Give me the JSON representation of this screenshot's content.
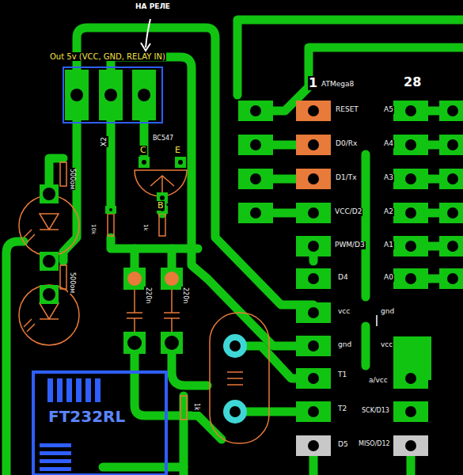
{
  "diagram": {
    "nodes": [
      {
        "text": [
          "FT232RL"
        ]
      }
    ],
    "labels": [
      "НА РЕЛЕ",
      "Out 5v (VCC, GND, RELAY IN)",
      "1",
      "ATMega8",
      "28",
      "RESET",
      "A5",
      "D0/Rx",
      "A4",
      "D1/Tx",
      "A3",
      "VCC/D2",
      "A2",
      "PWM/D3",
      "A1",
      "D4",
      "A0",
      "vcc",
      "gnd",
      "gnd",
      "vcc",
      "T1",
      "a/vcc",
      "T2",
      "SCK/D13",
      "D5",
      "MISO/D12",
      "X2",
      "BC547",
      "C",
      "E",
      "B",
      "10k",
      "1k",
      "500ом",
      "500ом",
      "220n",
      "220n",
      "1k"
    ]
  }
}
